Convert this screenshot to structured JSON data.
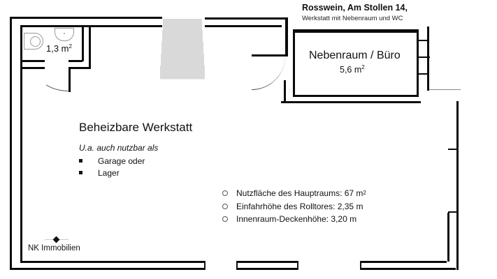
{
  "header": {
    "title": "Rosswein, Am Stollen 14,",
    "subtitle": "Werkstatt mit Nebenraum und WC"
  },
  "rooms": {
    "wc": {
      "area_value": "1,3 m",
      "area_exp": "2"
    },
    "nebenraum": {
      "name": "Nebenraum / Büro",
      "area_value": "5,6 m",
      "area_exp": "2"
    },
    "werkstatt": {
      "name": "Beheizbare Werkstatt",
      "usage_intro": "U.a. auch nutzbar als",
      "usage_items": [
        "Garage oder",
        "Lager"
      ]
    }
  },
  "facts": [
    {
      "text": "Nutzfläche des Hauptraums: 67 m",
      "exp": "2"
    },
    {
      "text": "Einfahrhöhe des Rolltores: 2,35 m",
      "exp": ""
    },
    {
      "text": "Innenraum-Deckenhöhe: 3,20 m",
      "exp": ""
    }
  ],
  "branding": {
    "logo_text": "NK Immobilien"
  },
  "icons": {
    "stairs": "stairs-icon",
    "toilet": "toilet-icon",
    "sink": "sink-icon",
    "door": "door-swing-icon",
    "logo": "diamond-logo-icon",
    "list_bullet": "square-bullet",
    "fact_bullet": "circle-bullet"
  },
  "colors": {
    "wall": "#0a0a0a",
    "stairs": "#d9d9d9",
    "background": "#ffffff"
  }
}
